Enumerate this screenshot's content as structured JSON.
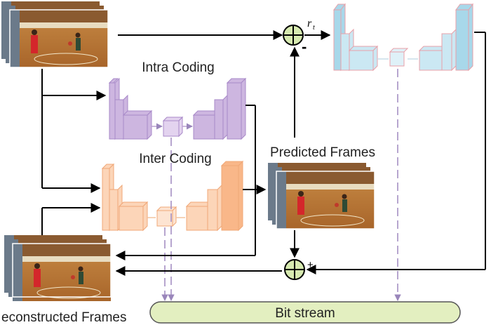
{
  "labels": {
    "intra": "Intra Coding",
    "inter": "Inter Coding",
    "predicted": "Predicted Frames",
    "reconstructed": "econstructed Frames",
    "bitstream": "Bit stream",
    "residual": "r",
    "residual_sub": "t",
    "minus": "-",
    "plus": "+"
  },
  "colors": {
    "intra": "#c9b0dc",
    "inter": "#fbd3b4",
    "residual": "#bfe3f0",
    "bitstream": "#e3efc0",
    "node": "#d7eab0",
    "dashed": "#a58fc3",
    "line": "#000000"
  }
}
